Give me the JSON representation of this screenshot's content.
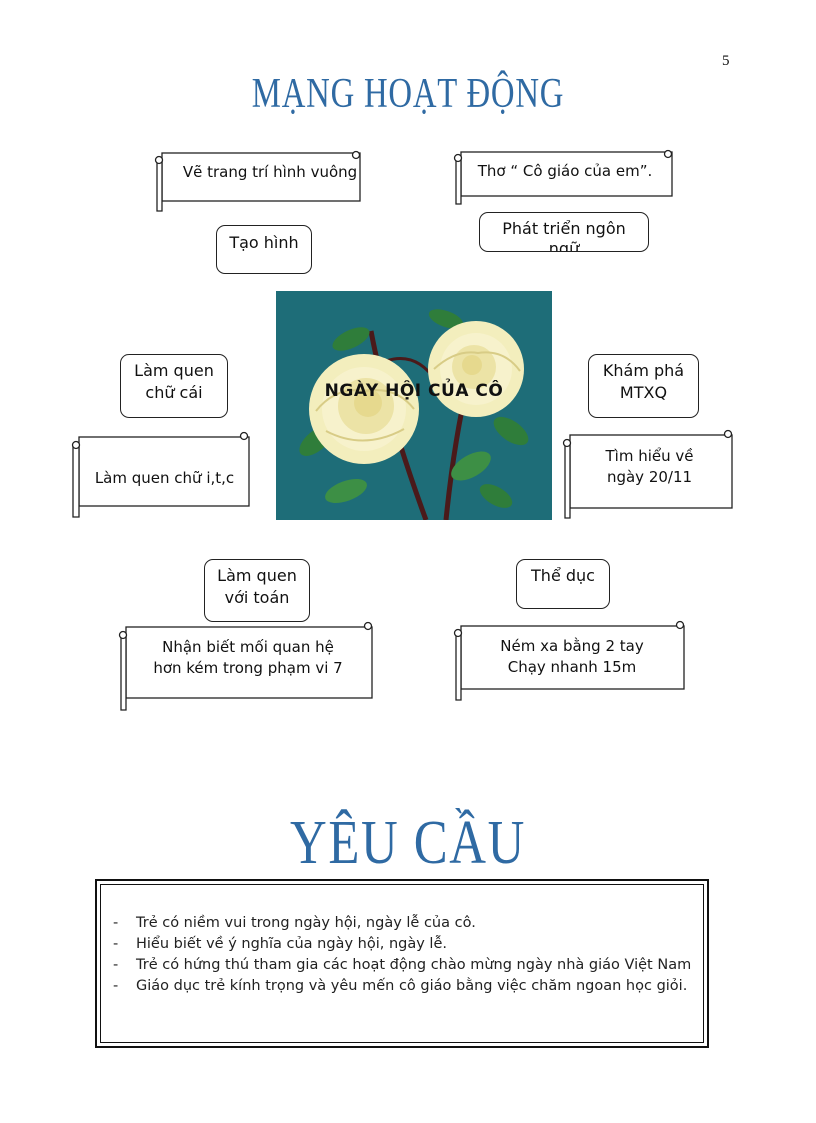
{
  "page_number": "5",
  "title": "MẠNG HOẠT ĐỘNG",
  "center_caption": "NGÀY HỘI CỦA CÔ",
  "scrolls": {
    "art_activity": "Vẽ trang trí hình vuông",
    "poem": "Thơ “ Cô giáo của em”.",
    "letters_activity": "Làm quen chữ i,t,c",
    "explore_activity_line1": "Tìm hiểu về",
    "explore_activity_line2": "ngày 20/11",
    "math_activity_line1": "Nhận biết mối quan hệ",
    "math_activity_line2": "hơn kém trong phạm vi 7",
    "pe_activity_line1": "Ném xa bằng 2 tay",
    "pe_activity_line2": "Chạy nhanh 15m"
  },
  "boxes": {
    "art": "Tạo hình",
    "language_line1": "Phát triển ngôn",
    "language_line2": "ngữ",
    "letters_line1": "Làm quen",
    "letters_line2": "chữ cái",
    "explore_line1": "Khám phá",
    "explore_line2": "MTXQ",
    "math_line1": "Làm quen",
    "math_line2": "với toán",
    "pe": "Thể dục"
  },
  "requirements_title": "YÊU CẦU",
  "requirements": [
    "Trẻ có niềm vui trong ngày hội, ngày lễ của cô.",
    "Hiểu biết về ý nghĩa của ngày hội, ngày lễ.",
    "Trẻ có hứng thú tham gia các hoạt động chào mừng ngày nhà giáo Việt Nam",
    "Giáo dục trẻ kính trọng và yêu mến cô giáo bằng việc chăm ngoan học giỏi."
  ]
}
